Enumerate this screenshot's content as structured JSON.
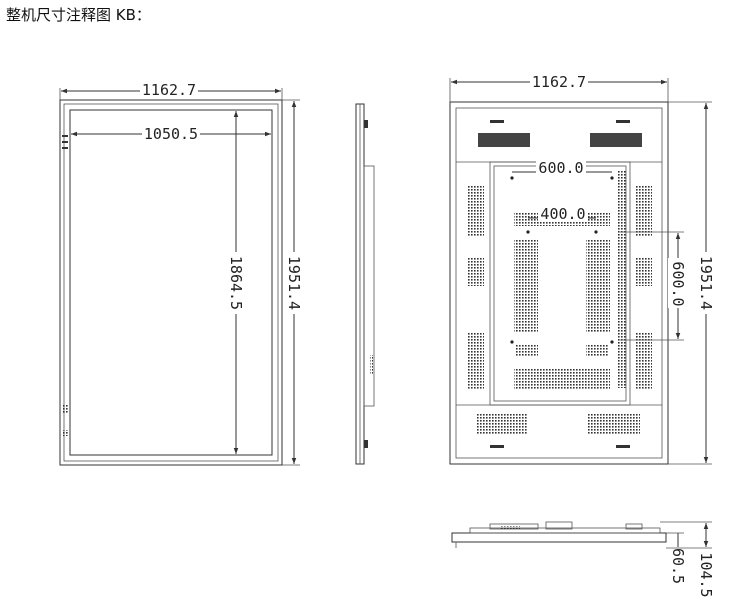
{
  "title": "整机尺寸注释图 KB：",
  "front_view": {
    "overall_width": "1162.7",
    "screen_width": "1050.5",
    "screen_height": "1864.5",
    "overall_height": "1951.4"
  },
  "rear_view": {
    "overall_width": "1162.7",
    "mount_horizontal_outer": "600.0",
    "mount_horizontal_inner": "400.0",
    "mount_vertical": "600.0",
    "overall_height": "1951.4"
  },
  "bottom_view": {
    "total_depth": "104.5",
    "body_depth": "60.5"
  }
}
